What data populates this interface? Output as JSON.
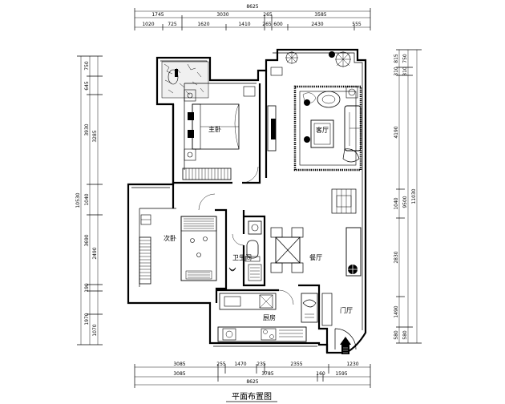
{
  "drawing_title": "平面布置图",
  "rooms": {
    "master_bedroom": "主卧",
    "living_room": "客厅",
    "second_bedroom": "次卧",
    "bathroom": "卫生间",
    "dining_room": "餐厅",
    "kitchen": "厨房",
    "foyer": "门厅"
  },
  "dimensions": {
    "top_total": "8625",
    "top_row2": [
      "1745",
      "3030",
      "265",
      "3585"
    ],
    "top_row3": [
      "1020",
      "725",
      "1620",
      "1410",
      "265",
      "600",
      "2430",
      "555"
    ],
    "bottom_row1": [
      "3085",
      "255",
      "1470",
      "235",
      "2355",
      "1230"
    ],
    "bottom_row2": [
      "3085",
      "3785",
      "160",
      "1595"
    ],
    "bottom_total": "8625",
    "left_outer": [
      "10530"
    ],
    "left_mid": [
      "750",
      "645",
      "3930",
      "1040",
      "3690",
      "190",
      "1970"
    ],
    "left_inner": [
      "3285",
      "2490",
      "1070"
    ],
    "right_inner": [
      "815",
      "310",
      "4190",
      "1040",
      "2830",
      "1490",
      "580"
    ],
    "right_mid": [
      "750",
      "310",
      "9500",
      "580"
    ],
    "right_outer": [
      "11030"
    ]
  }
}
